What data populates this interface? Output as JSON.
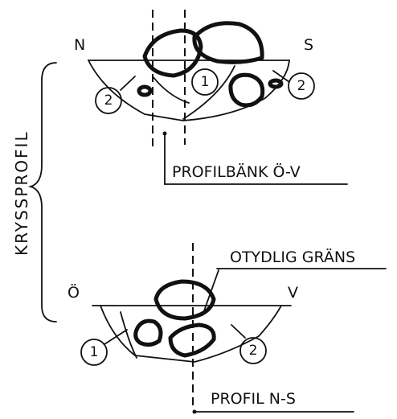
{
  "side_label": "KRYSSPROFIL",
  "top_profile": {
    "left_dir": "N",
    "right_dir": "S",
    "caption": "PROFILBÄNK Ö-V",
    "circle_labels": [
      "2",
      "1",
      "2"
    ]
  },
  "bottom_profile": {
    "left_dir": "Ö",
    "right_dir": "V",
    "annotation": "OTYDLIG GRÄNS",
    "caption": "PROFIL N-S",
    "circle_labels": [
      "1",
      "2"
    ]
  }
}
